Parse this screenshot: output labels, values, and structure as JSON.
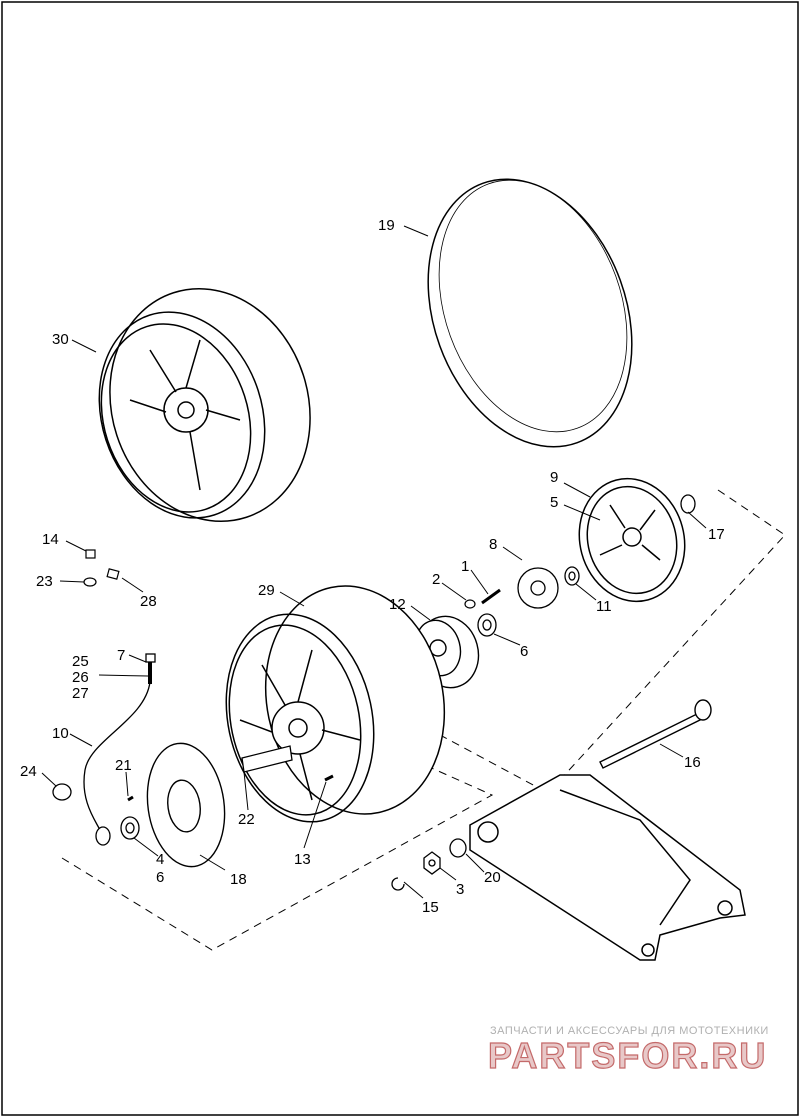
{
  "diagram": {
    "watermark": {
      "line1": "ЗАПЧАСТИ И АКСЕССУАРЫ ДЛЯ МОТОТЕХНИКИ",
      "line2": "PARTSFOR.RU"
    },
    "callouts": [
      {
        "id": "c19",
        "text": "19"
      },
      {
        "id": "c30",
        "text": "30"
      },
      {
        "id": "c9",
        "text": "9"
      },
      {
        "id": "c5",
        "text": "5"
      },
      {
        "id": "c17",
        "text": "17"
      },
      {
        "id": "c8",
        "text": "8"
      },
      {
        "id": "c1",
        "text": "1"
      },
      {
        "id": "c2",
        "text": "2"
      },
      {
        "id": "c11",
        "text": "11"
      },
      {
        "id": "c12",
        "text": "12"
      },
      {
        "id": "c6a",
        "text": "6"
      },
      {
        "id": "c29",
        "text": "29"
      },
      {
        "id": "c14",
        "text": "14"
      },
      {
        "id": "c23",
        "text": "23"
      },
      {
        "id": "c28",
        "text": "28"
      },
      {
        "id": "c7",
        "text": "7"
      },
      {
        "id": "c25",
        "text": "25"
      },
      {
        "id": "c26",
        "text": "26"
      },
      {
        "id": "c27",
        "text": "27"
      },
      {
        "id": "c10",
        "text": "10"
      },
      {
        "id": "c24",
        "text": "24"
      },
      {
        "id": "c21",
        "text": "21"
      },
      {
        "id": "c22",
        "text": "22"
      },
      {
        "id": "c13",
        "text": "13"
      },
      {
        "id": "c16",
        "text": "16"
      },
      {
        "id": "c4",
        "text": "4"
      },
      {
        "id": "c6b",
        "text": "6"
      },
      {
        "id": "c18",
        "text": "18"
      },
      {
        "id": "c3",
        "text": "3"
      },
      {
        "id": "c20",
        "text": "20"
      },
      {
        "id": "c15",
        "text": "15"
      }
    ]
  }
}
